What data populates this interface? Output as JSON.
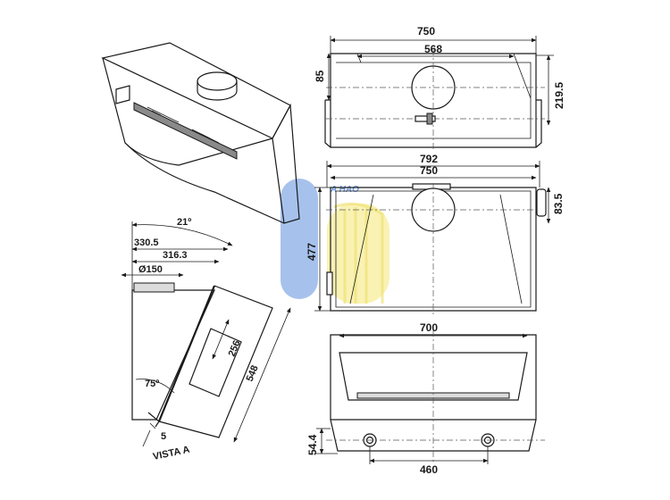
{
  "dimensions": {
    "top_width": "750",
    "top_inner": "568",
    "top_depth": "85",
    "top_side": "219.5",
    "front_overall": "792",
    "front_width": "750",
    "front_top": "83.5",
    "front_height": "477",
    "bottom_width": "700",
    "bottom_spacing": "460",
    "bottom_depth": "54.4",
    "side_angle": "21º",
    "side_330": "330.5",
    "side_316": "316.3",
    "side_duct": "Ø150",
    "side_256": "256",
    "side_548": "548",
    "side_75": "75º",
    "side_5": "5"
  },
  "labels": {
    "vista": "VISTA A",
    "watermark": "A HAO"
  },
  "colors": {
    "line": "#1a1a1a",
    "watermark_blue": "#3b78d6",
    "watermark_yellow": "#f2e463"
  }
}
